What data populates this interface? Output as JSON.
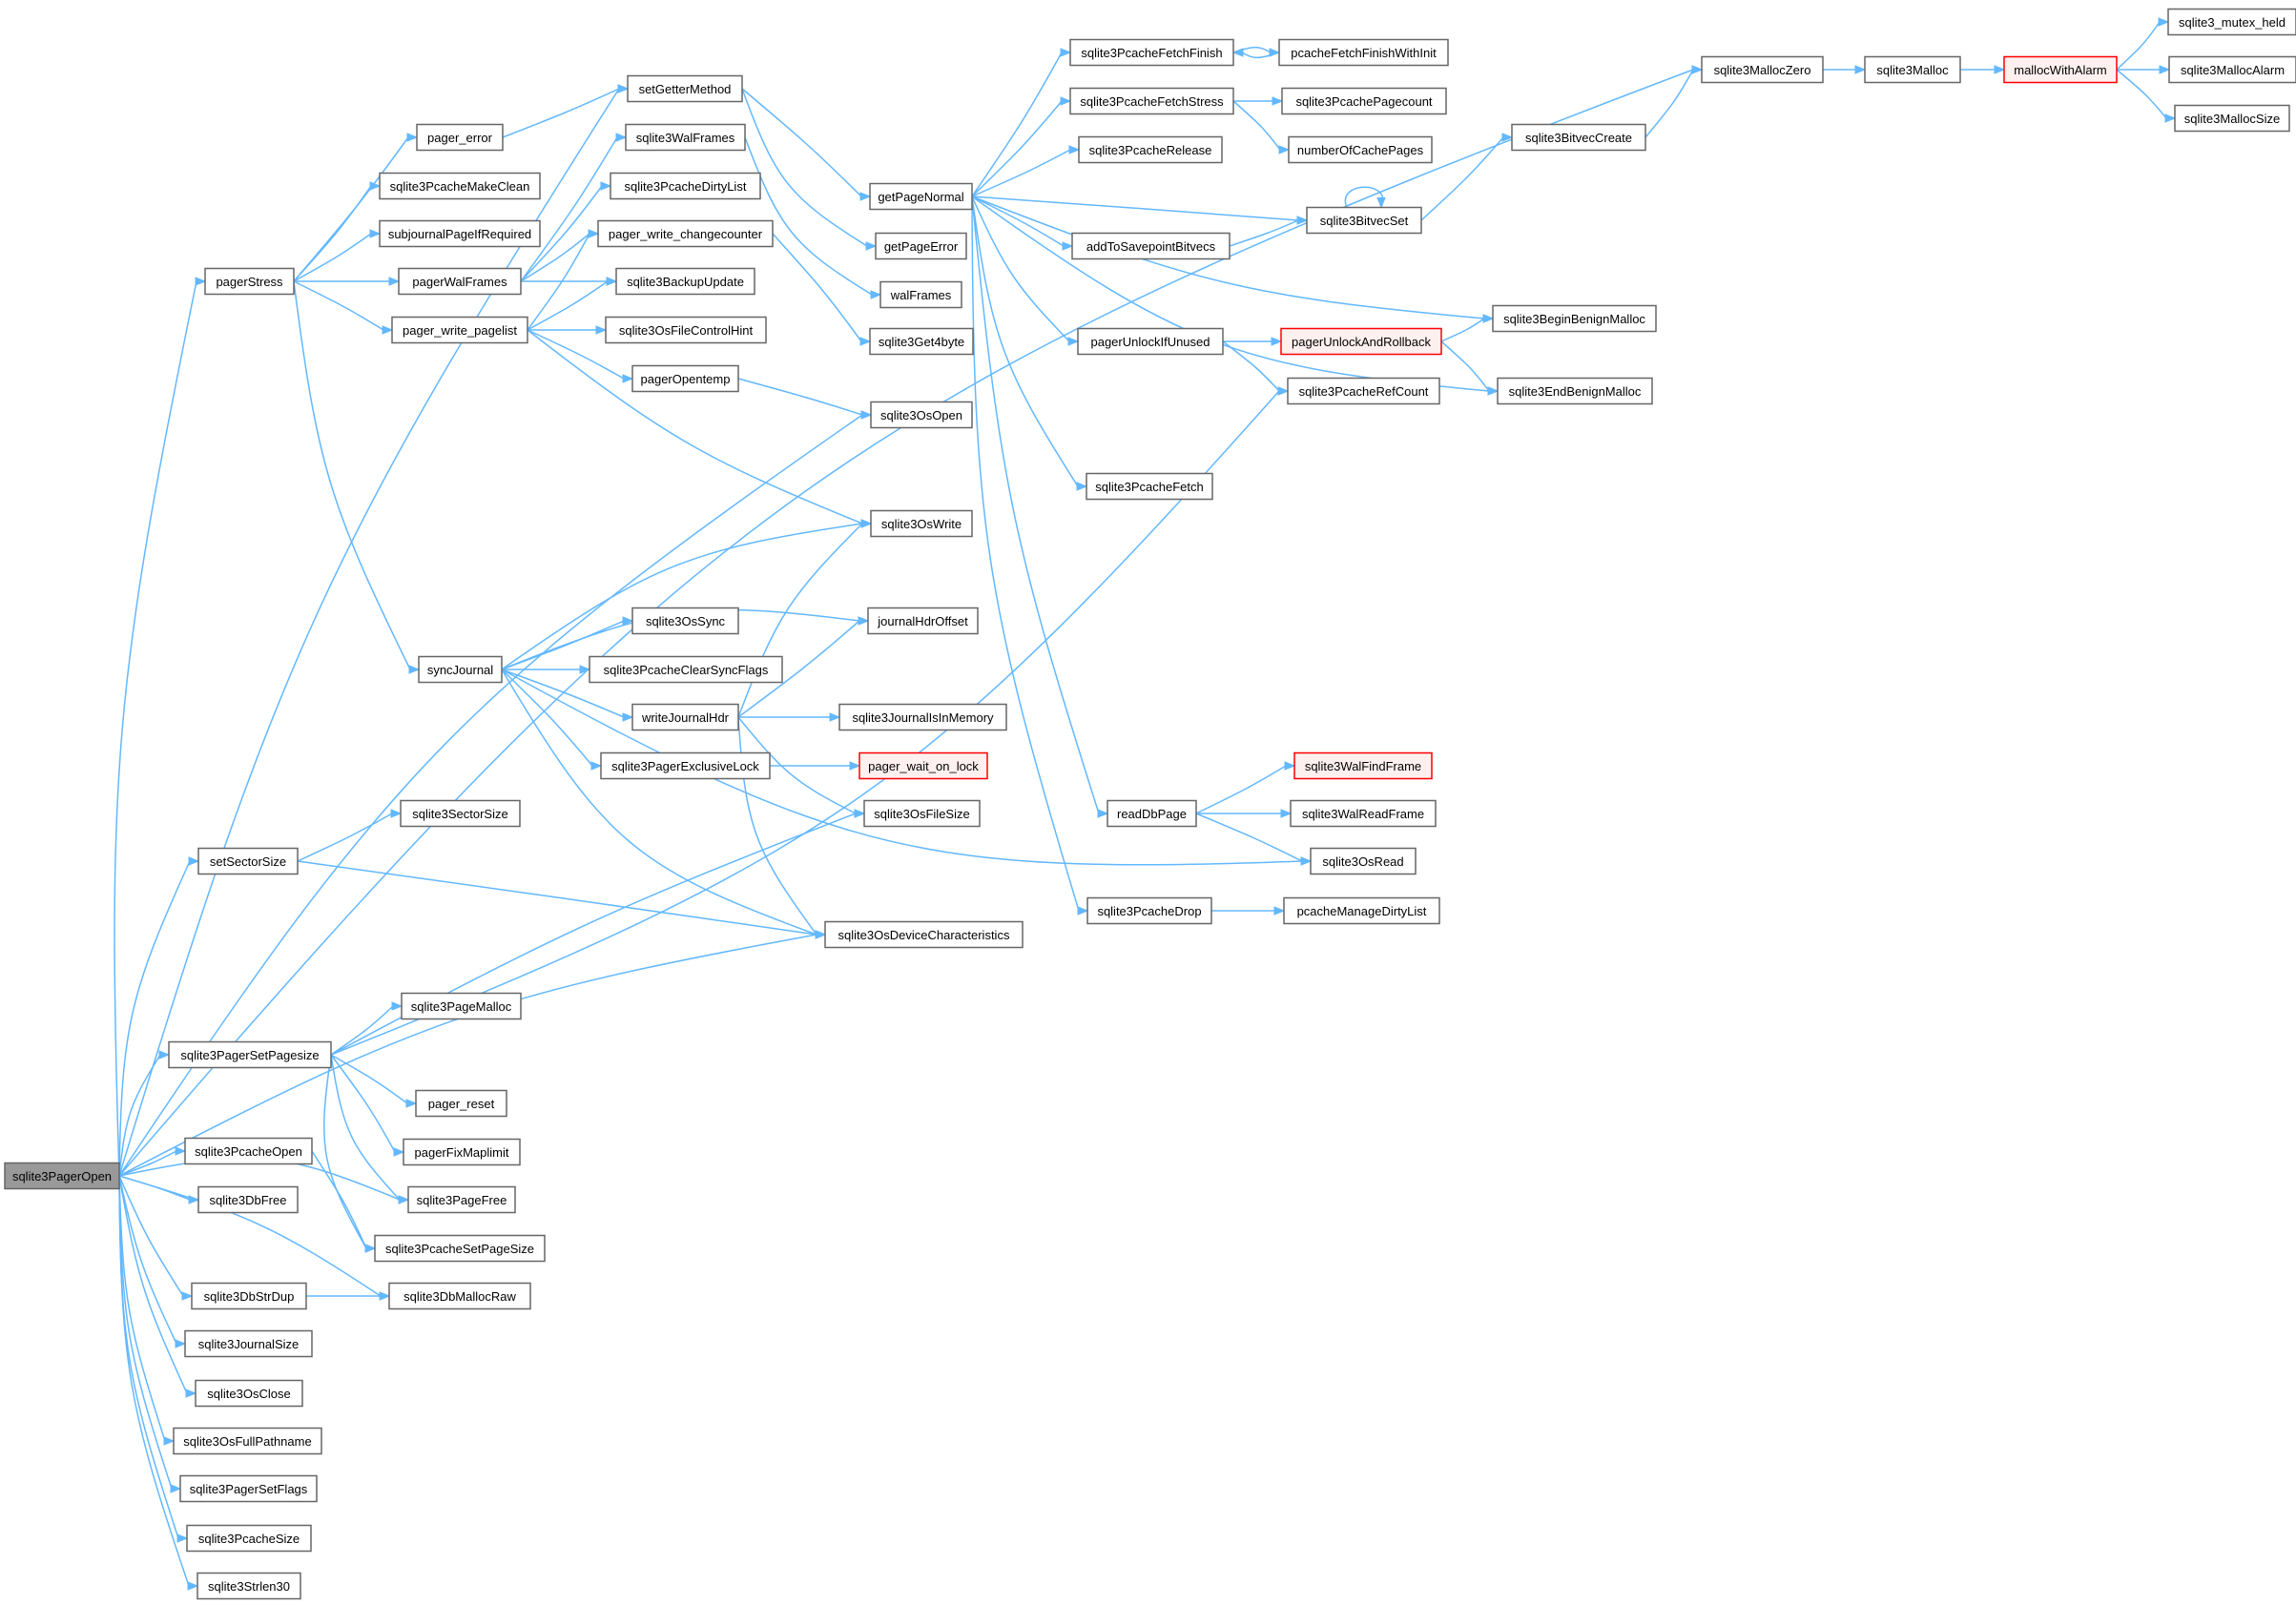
{
  "graph": {
    "root": "sqlite3PagerOpen",
    "colors": {
      "edge": "#63b8ff",
      "node_border": "#666666",
      "root_fill": "#999999",
      "truncated_border": "#ff0000"
    },
    "nodes": [
      {
        "id": "sqlite3PagerOpen",
        "label": "sqlite3PagerOpen",
        "kind": "root"
      },
      {
        "id": "pagerStress",
        "label": "pagerStress"
      },
      {
        "id": "setSectorSize",
        "label": "setSectorSize"
      },
      {
        "id": "sqlite3PagerSetPagesize",
        "label": "sqlite3PagerSetPagesize"
      },
      {
        "id": "sqlite3PcacheOpen",
        "label": "sqlite3PcacheOpen"
      },
      {
        "id": "sqlite3DbFree",
        "label": "sqlite3DbFree"
      },
      {
        "id": "sqlite3DbStrDup",
        "label": "sqlite3DbStrDup"
      },
      {
        "id": "sqlite3JournalSize",
        "label": "sqlite3JournalSize"
      },
      {
        "id": "sqlite3OsClose",
        "label": "sqlite3OsClose"
      },
      {
        "id": "sqlite3OsFullPathname",
        "label": "sqlite3OsFullPathname"
      },
      {
        "id": "sqlite3PagerSetFlags",
        "label": "sqlite3PagerSetFlags"
      },
      {
        "id": "sqlite3PcacheSize",
        "label": "sqlite3PcacheSize"
      },
      {
        "id": "sqlite3Strlen30",
        "label": "sqlite3Strlen30"
      },
      {
        "id": "pager_error",
        "label": "pager_error"
      },
      {
        "id": "sqlite3PcacheMakeClean",
        "label": "sqlite3PcacheMakeClean"
      },
      {
        "id": "subjournalPageIfRequired",
        "label": "subjournalPageIfRequired"
      },
      {
        "id": "pagerWalFrames",
        "label": "pagerWalFrames"
      },
      {
        "id": "pager_write_pagelist",
        "label": "pager_write_pagelist"
      },
      {
        "id": "syncJournal",
        "label": "syncJournal"
      },
      {
        "id": "sqlite3SectorSize",
        "label": "sqlite3SectorSize"
      },
      {
        "id": "sqlite3PageMalloc",
        "label": "sqlite3PageMalloc"
      },
      {
        "id": "pager_reset",
        "label": "pager_reset"
      },
      {
        "id": "pagerFixMaplimit",
        "label": "pagerFixMaplimit"
      },
      {
        "id": "sqlite3PageFree",
        "label": "sqlite3PageFree"
      },
      {
        "id": "sqlite3PcacheSetPageSize",
        "label": "sqlite3PcacheSetPageSize"
      },
      {
        "id": "sqlite3DbMallocRaw",
        "label": "sqlite3DbMallocRaw"
      },
      {
        "id": "setGetterMethod",
        "label": "setGetterMethod"
      },
      {
        "id": "sqlite3WalFrames",
        "label": "sqlite3WalFrames"
      },
      {
        "id": "sqlite3PcacheDirtyList",
        "label": "sqlite3PcacheDirtyList"
      },
      {
        "id": "pager_write_changecounter",
        "label": "pager_write_changecounter"
      },
      {
        "id": "sqlite3BackupUpdate",
        "label": "sqlite3BackupUpdate"
      },
      {
        "id": "sqlite3OsFileControlHint",
        "label": "sqlite3OsFileControlHint"
      },
      {
        "id": "pagerOpentemp",
        "label": "pagerOpentemp"
      },
      {
        "id": "sqlite3OsSync",
        "label": "sqlite3OsSync"
      },
      {
        "id": "sqlite3PcacheClearSyncFlags",
        "label": "sqlite3PcacheClearSyncFlags"
      },
      {
        "id": "writeJournalHdr",
        "label": "writeJournalHdr"
      },
      {
        "id": "sqlite3PagerExclusiveLock",
        "label": "sqlite3PagerExclusiveLock"
      },
      {
        "id": "getPageNormal",
        "label": "getPageNormal"
      },
      {
        "id": "getPageError",
        "label": "getPageError"
      },
      {
        "id": "walFrames",
        "label": "walFrames"
      },
      {
        "id": "sqlite3Get4byte",
        "label": "sqlite3Get4byte"
      },
      {
        "id": "sqlite3OsOpen",
        "label": "sqlite3OsOpen"
      },
      {
        "id": "sqlite3OsWrite",
        "label": "sqlite3OsWrite"
      },
      {
        "id": "journalHdrOffset",
        "label": "journalHdrOffset"
      },
      {
        "id": "sqlite3JournalIsInMemory",
        "label": "sqlite3JournalIsInMemory"
      },
      {
        "id": "pager_wait_on_lock",
        "label": "pager_wait_on_lock",
        "kind": "truncated"
      },
      {
        "id": "sqlite3OsFileSize",
        "label": "sqlite3OsFileSize"
      },
      {
        "id": "sqlite3OsDeviceCharacteristics",
        "label": "sqlite3OsDeviceCharacteristics"
      },
      {
        "id": "sqlite3PcacheFetchFinish",
        "label": "sqlite3PcacheFetchFinish"
      },
      {
        "id": "sqlite3PcacheFetchStress",
        "label": "sqlite3PcacheFetchStress"
      },
      {
        "id": "sqlite3PcacheRelease",
        "label": "sqlite3PcacheRelease"
      },
      {
        "id": "addToSavepointBitvecs",
        "label": "addToSavepointBitvecs"
      },
      {
        "id": "pagerUnlockIfUnused",
        "label": "pagerUnlockIfUnused"
      },
      {
        "id": "sqlite3PcacheFetch",
        "label": "sqlite3PcacheFetch"
      },
      {
        "id": "readDbPage",
        "label": "readDbPage"
      },
      {
        "id": "sqlite3PcacheDrop",
        "label": "sqlite3PcacheDrop"
      },
      {
        "id": "pcacheFetchFinishWithInit",
        "label": "pcacheFetchFinishWithInit"
      },
      {
        "id": "sqlite3PcachePagecount",
        "label": "sqlite3PcachePagecount"
      },
      {
        "id": "numberOfCachePages",
        "label": "numberOfCachePages"
      },
      {
        "id": "sqlite3BitvecSet",
        "label": "sqlite3BitvecSet"
      },
      {
        "id": "pagerUnlockAndRollback",
        "label": "pagerUnlockAndRollback",
        "kind": "truncated"
      },
      {
        "id": "sqlite3PcacheRefCount",
        "label": "sqlite3PcacheRefCount"
      },
      {
        "id": "sqlite3WalFindFrame",
        "label": "sqlite3WalFindFrame",
        "kind": "truncated"
      },
      {
        "id": "sqlite3WalReadFrame",
        "label": "sqlite3WalReadFrame"
      },
      {
        "id": "sqlite3OsRead",
        "label": "sqlite3OsRead"
      },
      {
        "id": "pcacheManageDirtyList",
        "label": "pcacheManageDirtyList"
      },
      {
        "id": "sqlite3BitvecCreate",
        "label": "sqlite3BitvecCreate"
      },
      {
        "id": "sqlite3BeginBenignMalloc",
        "label": "sqlite3BeginBenignMalloc"
      },
      {
        "id": "sqlite3EndBenignMalloc",
        "label": "sqlite3EndBenignMalloc"
      },
      {
        "id": "sqlite3MallocZero",
        "label": "sqlite3MallocZero"
      },
      {
        "id": "sqlite3Malloc",
        "label": "sqlite3Malloc"
      },
      {
        "id": "mallocWithAlarm",
        "label": "mallocWithAlarm",
        "kind": "truncated"
      },
      {
        "id": "sqlite3_mutex_held",
        "label": "sqlite3_mutex_held"
      },
      {
        "id": "sqlite3MallocAlarm",
        "label": "sqlite3MallocAlarm"
      },
      {
        "id": "sqlite3MallocSize",
        "label": "sqlite3MallocSize"
      }
    ],
    "edges": [
      [
        "sqlite3PagerOpen",
        "pagerStress"
      ],
      [
        "sqlite3PagerOpen",
        "setGetterMethod"
      ],
      [
        "sqlite3PagerOpen",
        "sqlite3MallocZero"
      ],
      [
        "sqlite3PagerOpen",
        "sqlite3OsOpen"
      ],
      [
        "sqlite3PagerOpen",
        "setSectorSize"
      ],
      [
        "sqlite3PagerOpen",
        "sqlite3OsDeviceCharacteristics"
      ],
      [
        "sqlite3PagerOpen",
        "sqlite3PagerSetPagesize"
      ],
      [
        "sqlite3PagerOpen",
        "sqlite3PcacheOpen"
      ],
      [
        "sqlite3PagerOpen",
        "sqlite3DbFree"
      ],
      [
        "sqlite3PagerOpen",
        "sqlite3DbStrDup"
      ],
      [
        "sqlite3PagerOpen",
        "sqlite3JournalSize"
      ],
      [
        "sqlite3PagerOpen",
        "sqlite3OsClose"
      ],
      [
        "sqlite3PagerOpen",
        "sqlite3OsFullPathname"
      ],
      [
        "sqlite3PagerOpen",
        "sqlite3PagerSetFlags"
      ],
      [
        "sqlite3PagerOpen",
        "sqlite3PcacheSize"
      ],
      [
        "sqlite3PagerOpen",
        "sqlite3Strlen30"
      ],
      [
        "sqlite3PagerOpen",
        "sqlite3PageFree"
      ],
      [
        "sqlite3PagerOpen",
        "sqlite3DbMallocRaw"
      ],
      [
        "pagerStress",
        "pager_error"
      ],
      [
        "pagerStress",
        "sqlite3PcacheMakeClean"
      ],
      [
        "pagerStress",
        "subjournalPageIfRequired"
      ],
      [
        "pagerStress",
        "pagerWalFrames"
      ],
      [
        "pagerStress",
        "pager_write_pagelist"
      ],
      [
        "pagerStress",
        "syncJournal"
      ],
      [
        "pager_error",
        "setGetterMethod"
      ],
      [
        "setGetterMethod",
        "getPageNormal"
      ],
      [
        "setGetterMethod",
        "getPageError"
      ],
      [
        "pagerWalFrames",
        "sqlite3WalFrames"
      ],
      [
        "pagerWalFrames",
        "sqlite3PcacheDirtyList"
      ],
      [
        "pagerWalFrames",
        "pager_write_changecounter"
      ],
      [
        "pagerWalFrames",
        "sqlite3BackupUpdate"
      ],
      [
        "sqlite3WalFrames",
        "walFrames"
      ],
      [
        "pager_write_pagelist",
        "pager_write_changecounter"
      ],
      [
        "pager_write_pagelist",
        "sqlite3BackupUpdate"
      ],
      [
        "pager_write_pagelist",
        "sqlite3OsFileControlHint"
      ],
      [
        "pager_write_pagelist",
        "pagerOpentemp"
      ],
      [
        "pager_write_pagelist",
        "sqlite3OsWrite"
      ],
      [
        "pager_write_changecounter",
        "sqlite3Get4byte"
      ],
      [
        "pagerOpentemp",
        "sqlite3OsOpen"
      ],
      [
        "syncJournal",
        "sqlite3OsWrite"
      ],
      [
        "syncJournal",
        "journalHdrOffset"
      ],
      [
        "syncJournal",
        "sqlite3OsSync"
      ],
      [
        "syncJournal",
        "sqlite3PcacheClearSyncFlags"
      ],
      [
        "syncJournal",
        "writeJournalHdr"
      ],
      [
        "syncJournal",
        "sqlite3PagerExclusiveLock"
      ],
      [
        "syncJournal",
        "sqlite3OsRead"
      ],
      [
        "syncJournal",
        "sqlite3OsDeviceCharacteristics"
      ],
      [
        "writeJournalHdr",
        "sqlite3OsWrite"
      ],
      [
        "writeJournalHdr",
        "journalHdrOffset"
      ],
      [
        "writeJournalHdr",
        "sqlite3JournalIsInMemory"
      ],
      [
        "writeJournalHdr",
        "sqlite3OsFileSize"
      ],
      [
        "writeJournalHdr",
        "sqlite3OsDeviceCharacteristics"
      ],
      [
        "sqlite3PagerExclusiveLock",
        "pager_wait_on_lock"
      ],
      [
        "setSectorSize",
        "sqlite3SectorSize"
      ],
      [
        "setSectorSize",
        "sqlite3OsDeviceCharacteristics"
      ],
      [
        "sqlite3PagerSetPagesize",
        "sqlite3OsFileSize"
      ],
      [
        "sqlite3PagerSetPagesize",
        "sqlite3PcacheRefCount"
      ],
      [
        "sqlite3PagerSetPagesize",
        "sqlite3PageMalloc"
      ],
      [
        "sqlite3PagerSetPagesize",
        "pager_reset"
      ],
      [
        "sqlite3PagerSetPagesize",
        "pagerFixMaplimit"
      ],
      [
        "sqlite3PagerSetPagesize",
        "sqlite3PageFree"
      ],
      [
        "sqlite3PagerSetPagesize",
        "sqlite3PcacheSetPageSize"
      ],
      [
        "sqlite3PcacheOpen",
        "sqlite3PcacheSetPageSize"
      ],
      [
        "sqlite3DbStrDup",
        "sqlite3DbMallocRaw"
      ],
      [
        "getPageNormal",
        "sqlite3PcacheFetchFinish"
      ],
      [
        "getPageNormal",
        "sqlite3PcacheFetchStress"
      ],
      [
        "getPageNormal",
        "sqlite3PcacheRelease"
      ],
      [
        "getPageNormal",
        "sqlite3BitvecSet"
      ],
      [
        "getPageNormal",
        "addToSavepointBitvecs"
      ],
      [
        "getPageNormal",
        "sqlite3BeginBenignMalloc"
      ],
      [
        "getPageNormal",
        "pagerUnlockIfUnused"
      ],
      [
        "getPageNormal",
        "sqlite3EndBenignMalloc"
      ],
      [
        "getPageNormal",
        "sqlite3PcacheFetch"
      ],
      [
        "getPageNormal",
        "readDbPage"
      ],
      [
        "getPageNormal",
        "sqlite3PcacheDrop"
      ],
      [
        "sqlite3PcacheFetchFinish",
        "pcacheFetchFinishWithInit"
      ],
      [
        "pcacheFetchFinishWithInit",
        "sqlite3PcacheFetchFinish"
      ],
      [
        "sqlite3PcacheFetchStress",
        "sqlite3PcachePagecount"
      ],
      [
        "sqlite3PcacheFetchStress",
        "numberOfCachePages"
      ],
      [
        "addToSavepointBitvecs",
        "sqlite3BitvecSet"
      ],
      [
        "sqlite3BitvecSet",
        "sqlite3BitvecSet"
      ],
      [
        "sqlite3BitvecSet",
        "sqlite3BitvecCreate"
      ],
      [
        "sqlite3BitvecCreate",
        "sqlite3MallocZero"
      ],
      [
        "pagerUnlockIfUnused",
        "pagerUnlockAndRollback"
      ],
      [
        "pagerUnlockIfUnused",
        "sqlite3PcacheRefCount"
      ],
      [
        "pagerUnlockAndRollback",
        "sqlite3BeginBenignMalloc"
      ],
      [
        "pagerUnlockAndRollback",
        "sqlite3EndBenignMalloc"
      ],
      [
        "readDbPage",
        "sqlite3WalFindFrame"
      ],
      [
        "readDbPage",
        "sqlite3WalReadFrame"
      ],
      [
        "readDbPage",
        "sqlite3OsRead"
      ],
      [
        "sqlite3PcacheDrop",
        "pcacheManageDirtyList"
      ],
      [
        "sqlite3MallocZero",
        "sqlite3Malloc"
      ],
      [
        "sqlite3Malloc",
        "mallocWithAlarm"
      ],
      [
        "mallocWithAlarm",
        "sqlite3_mutex_held"
      ],
      [
        "mallocWithAlarm",
        "sqlite3MallocAlarm"
      ],
      [
        "mallocWithAlarm",
        "sqlite3MallocSize"
      ]
    ]
  }
}
